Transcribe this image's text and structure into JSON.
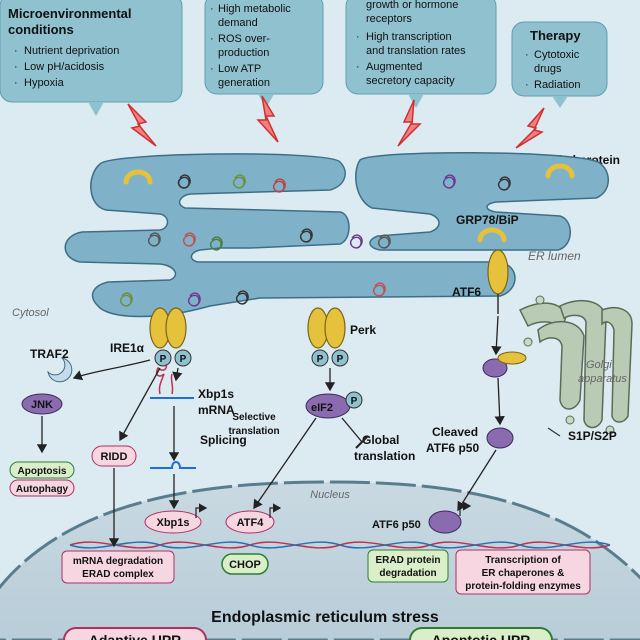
{
  "stress_boxes": {
    "microenv": {
      "title": [
        "Microenvironmental",
        "conditions"
      ],
      "items": [
        "Nutrient deprivation",
        "Low pH/acidosis",
        "Hypoxia"
      ]
    },
    "metabolic": {
      "items": [
        "High metabolic",
        "demand",
        "ROS over-",
        "production",
        "Low ATP",
        "generation"
      ]
    },
    "secretory": {
      "items": [
        "growth or hormone",
        "receptors",
        "High transcription",
        "and translation rates",
        "Augmented",
        "secretory capacity"
      ]
    },
    "therapy": {
      "title": "Therapy",
      "items": [
        "Cytotoxic",
        "drugs",
        "Radiation"
      ]
    }
  },
  "labels": {
    "misfolded_protein": "Misfolded protein",
    "grp78": "GRP78/BiP",
    "er_lumen": "ER lumen",
    "cytosol": "Cytosol",
    "atf6": "ATF6",
    "ire1a": "IRE1α",
    "perk": "Perk",
    "traf2": "TRAF2",
    "golgi": [
      "Golgi",
      "apparatus"
    ],
    "p": "P",
    "jnk": "JNK",
    "xbp1s_mrna": [
      "Xbp1s",
      "mRNA"
    ],
    "splicing": "Splicing",
    "eif2": "eIF2",
    "selective_translation": [
      "Selective",
      "translation"
    ],
    "global_translation": [
      "Global",
      "translation"
    ],
    "cleaved_atf6": [
      "Cleaved",
      "ATF6 p50"
    ],
    "s1p_s2p": "S1P/S2P",
    "apoptosis": "Apoptosis",
    "autophagy": "Autophagy",
    "ridd": "RIDD",
    "nucleus": "Nucleus",
    "xbp1s": "Xbp1s",
    "atf4": "ATF4",
    "atf6_p50": "ATF6 p50",
    "chop": "CHOP",
    "mrna_degradation": [
      "mRNA degradation",
      "ERAD complex"
    ],
    "erad_degradation": [
      "ERAD protein",
      "degradation"
    ],
    "transcription_box": [
      "Transcription of",
      "ER chaperones &",
      "protein-folding enzymes"
    ],
    "er_stress_title": "Endoplasmic reticulum stress",
    "adaptive_upr": "Adaptive UPR",
    "apoptotic_upr": "Apoptotic UPR"
  },
  "colors": {
    "box_fill": "#8fc1cf",
    "er_fill": "#7fb2c8",
    "receptor": "#e6c23c",
    "green_fill": "#d9eec9",
    "green_stroke": "#2e7d32",
    "pink_fill": "#f6d6e0",
    "pink_stroke": "#b03060",
    "purple": "#8b6bb0",
    "lightning": "#e04040"
  }
}
